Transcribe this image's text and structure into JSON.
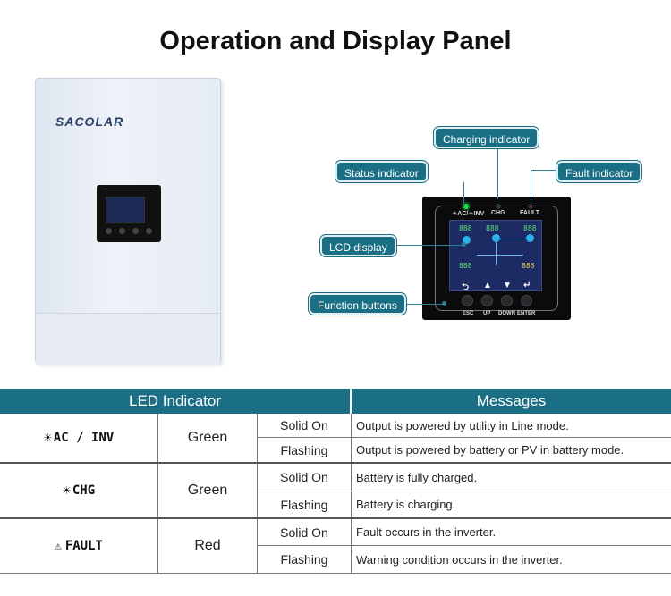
{
  "title": "Operation and Display Panel",
  "brand": "SACOLAR",
  "panel": {
    "led_labels": {
      "status": "☀AC/☀INV",
      "chg": "CHG",
      "fault": "FAULT"
    },
    "buttons": [
      {
        "icon": "⮌",
        "label": "ESC"
      },
      {
        "icon": "▲",
        "label": "UP"
      },
      {
        "icon": "▼",
        "label": "DOWN"
      },
      {
        "icon": "↵",
        "label": "ENTER"
      }
    ],
    "lcd_segments": [
      "888",
      "888",
      "888",
      "888",
      "888"
    ]
  },
  "callouts": {
    "charging": "Charging indicator",
    "status": "Status indicator",
    "fault": "Fault indicator",
    "lcd": "LCD display",
    "function": "Function buttons"
  },
  "table": {
    "header_led": "LED Indicator",
    "header_msg": "Messages",
    "rows": [
      {
        "indicator": "AC / INV",
        "color": "Green",
        "states": [
          {
            "mode": "Solid On",
            "message": "Output is powered by utility in Line mode."
          },
          {
            "mode": "Flashing",
            "message": "Output is powered by battery or PV in battery mode."
          }
        ]
      },
      {
        "indicator": "CHG",
        "color": "Green",
        "states": [
          {
            "mode": "Solid On",
            "message": "Battery is fully charged."
          },
          {
            "mode": "Flashing",
            "message": "Battery is charging."
          }
        ]
      },
      {
        "indicator": "FAULT",
        "color": "Red",
        "states": [
          {
            "mode": "Solid On",
            "message": "Fault occurs in the inverter."
          },
          {
            "mode": "Flashing",
            "message": "Warning condition occurs in the inverter."
          }
        ]
      }
    ]
  },
  "icons": {
    "sun": "☀",
    "warning": "⚠"
  },
  "colors": {
    "accent": "#1a6f85",
    "status_led": "#22dd44"
  }
}
